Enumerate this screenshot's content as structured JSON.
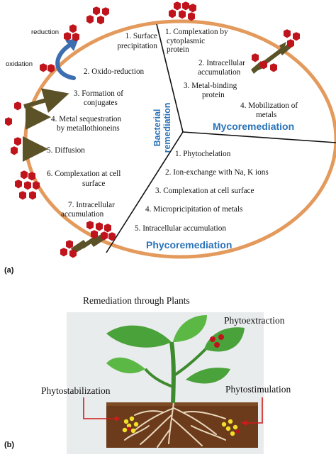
{
  "panel_a": {
    "label": "(a)",
    "small_labels": {
      "reduction": "reduction",
      "oxidation": "oxidation"
    },
    "bacterial": {
      "title_line1": "Bacterial",
      "title_line2": "remediation",
      "items": [
        [
          "1. Surface",
          "precipitation"
        ],
        [
          "2. Oxido-reduction"
        ],
        [
          "3. Formation of",
          "conjugates"
        ],
        [
          "4. Metal sequestration",
          "by metallothioneins"
        ],
        [
          "5. Diffusion"
        ],
        [
          "6. Complexation at cell",
          "surface"
        ],
        [
          "7. Intracellular",
          "accumulation"
        ]
      ]
    },
    "myco": {
      "title": "Mycoremediation",
      "items": [
        [
          "1. Complexation by",
          "cytoplasmic",
          "protein"
        ],
        [
          "2. Intracellular",
          "accumulation"
        ],
        [
          "3. Metal-binding",
          "protein"
        ],
        [
          "4. Mobilization of",
          "metals"
        ]
      ]
    },
    "phyco": {
      "title": "Phycoremediation",
      "items": [
        "1. Phytochelation",
        "2. Ion-exchange with Na, K ions",
        "3. Complexation at cell surface",
        "4. Micropricipitation of metals",
        "5.  Intracellular accumulation"
      ]
    }
  },
  "panel_b": {
    "label": "(b)",
    "title": "Remediation through Plants",
    "phytoextraction": "Phytoextraction",
    "phytostabilization": "Phytostabilization",
    "phytostimulation": "Phytostimulation"
  },
  "colors": {
    "ellipse": "#e39a5c",
    "metal_red": "#c0141d",
    "section_blue": "#2a73b8",
    "arrow_olive": "#5b5228",
    "arrow_blue": "#3d6fb0",
    "leaf_green": "#4aa23a",
    "soil": "#6b3b1c",
    "root_yellow": "#f2df2a"
  }
}
